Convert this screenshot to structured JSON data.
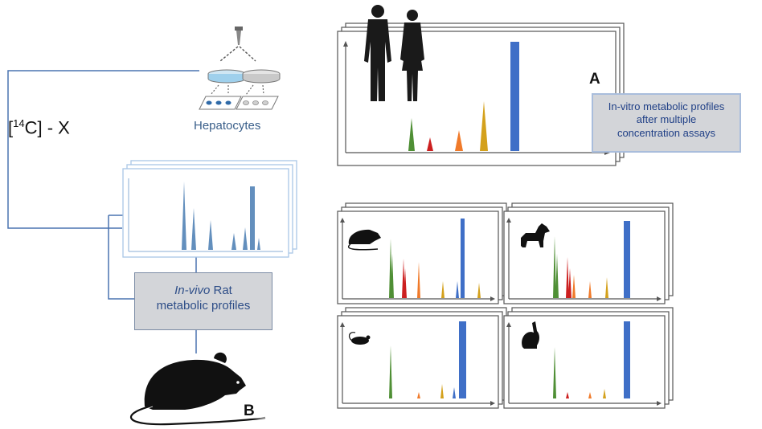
{
  "labels": {
    "compound_prefix": "[",
    "compound_sup": "14",
    "compound_suffix": "C] - X",
    "hepatocytes": "Hepatocytes",
    "panel_a": "A",
    "panel_b": "B"
  },
  "box_a": {
    "lines": [
      "In-vitro metabolic profiles",
      "after multiple",
      "concentration assays"
    ]
  },
  "box_b": {
    "italic": "In-vivo",
    "line1_rest": " Rat",
    "line2": "metabolic profiles"
  },
  "icons": [
    "pipette-icon",
    "petri-dish-icon",
    "cell-plate-icon",
    "human-male-icon",
    "human-female-icon",
    "rat-icon",
    "dog-icon",
    "mouse-icon",
    "rabbit-icon"
  ],
  "colors": {
    "line_blue": "#4a73b0",
    "green": "#4f8f35",
    "red": "#cc1f1f",
    "orange": "#f07a2a",
    "gold": "#d4a11c",
    "blue": "#3f6fc7",
    "pale_blue": "#2f6aa8"
  }
}
